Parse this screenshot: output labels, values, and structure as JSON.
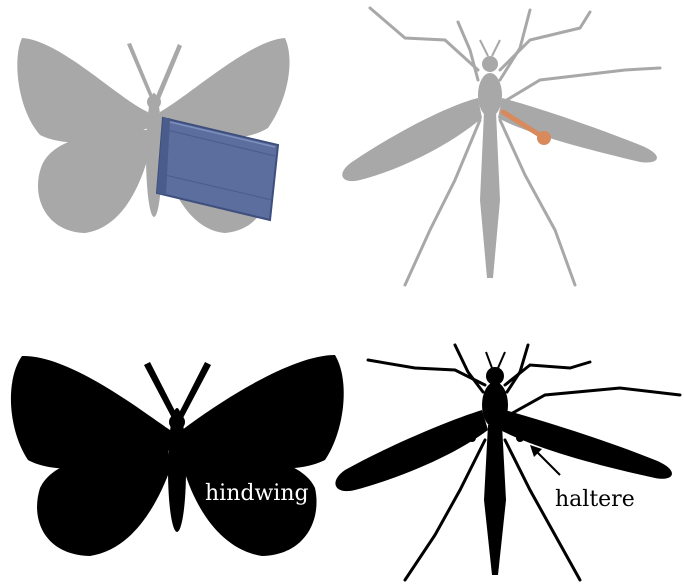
{
  "panels": {
    "top_left": {
      "subject": "butterfly-model-with-hindwing-plate"
    },
    "top_right": {
      "subject": "crane-fly-model-with-haltere-rod"
    },
    "bottom_left": {
      "subject": "butterfly-silhouette"
    },
    "bottom_right": {
      "subject": "crane-fly-silhouette"
    }
  },
  "labels": {
    "hindwing": "hindwing",
    "haltere": "haltere"
  },
  "colors": {
    "model_gray": "#a8a8a8",
    "plate_blue": "#5b6e9e",
    "plate_edge": "#3e4f7e",
    "haltere_orange": "#d88a5c",
    "silhouette": "#000000",
    "label_text_on_dark": "#ffffff",
    "label_text_on_light": "#000000"
  }
}
